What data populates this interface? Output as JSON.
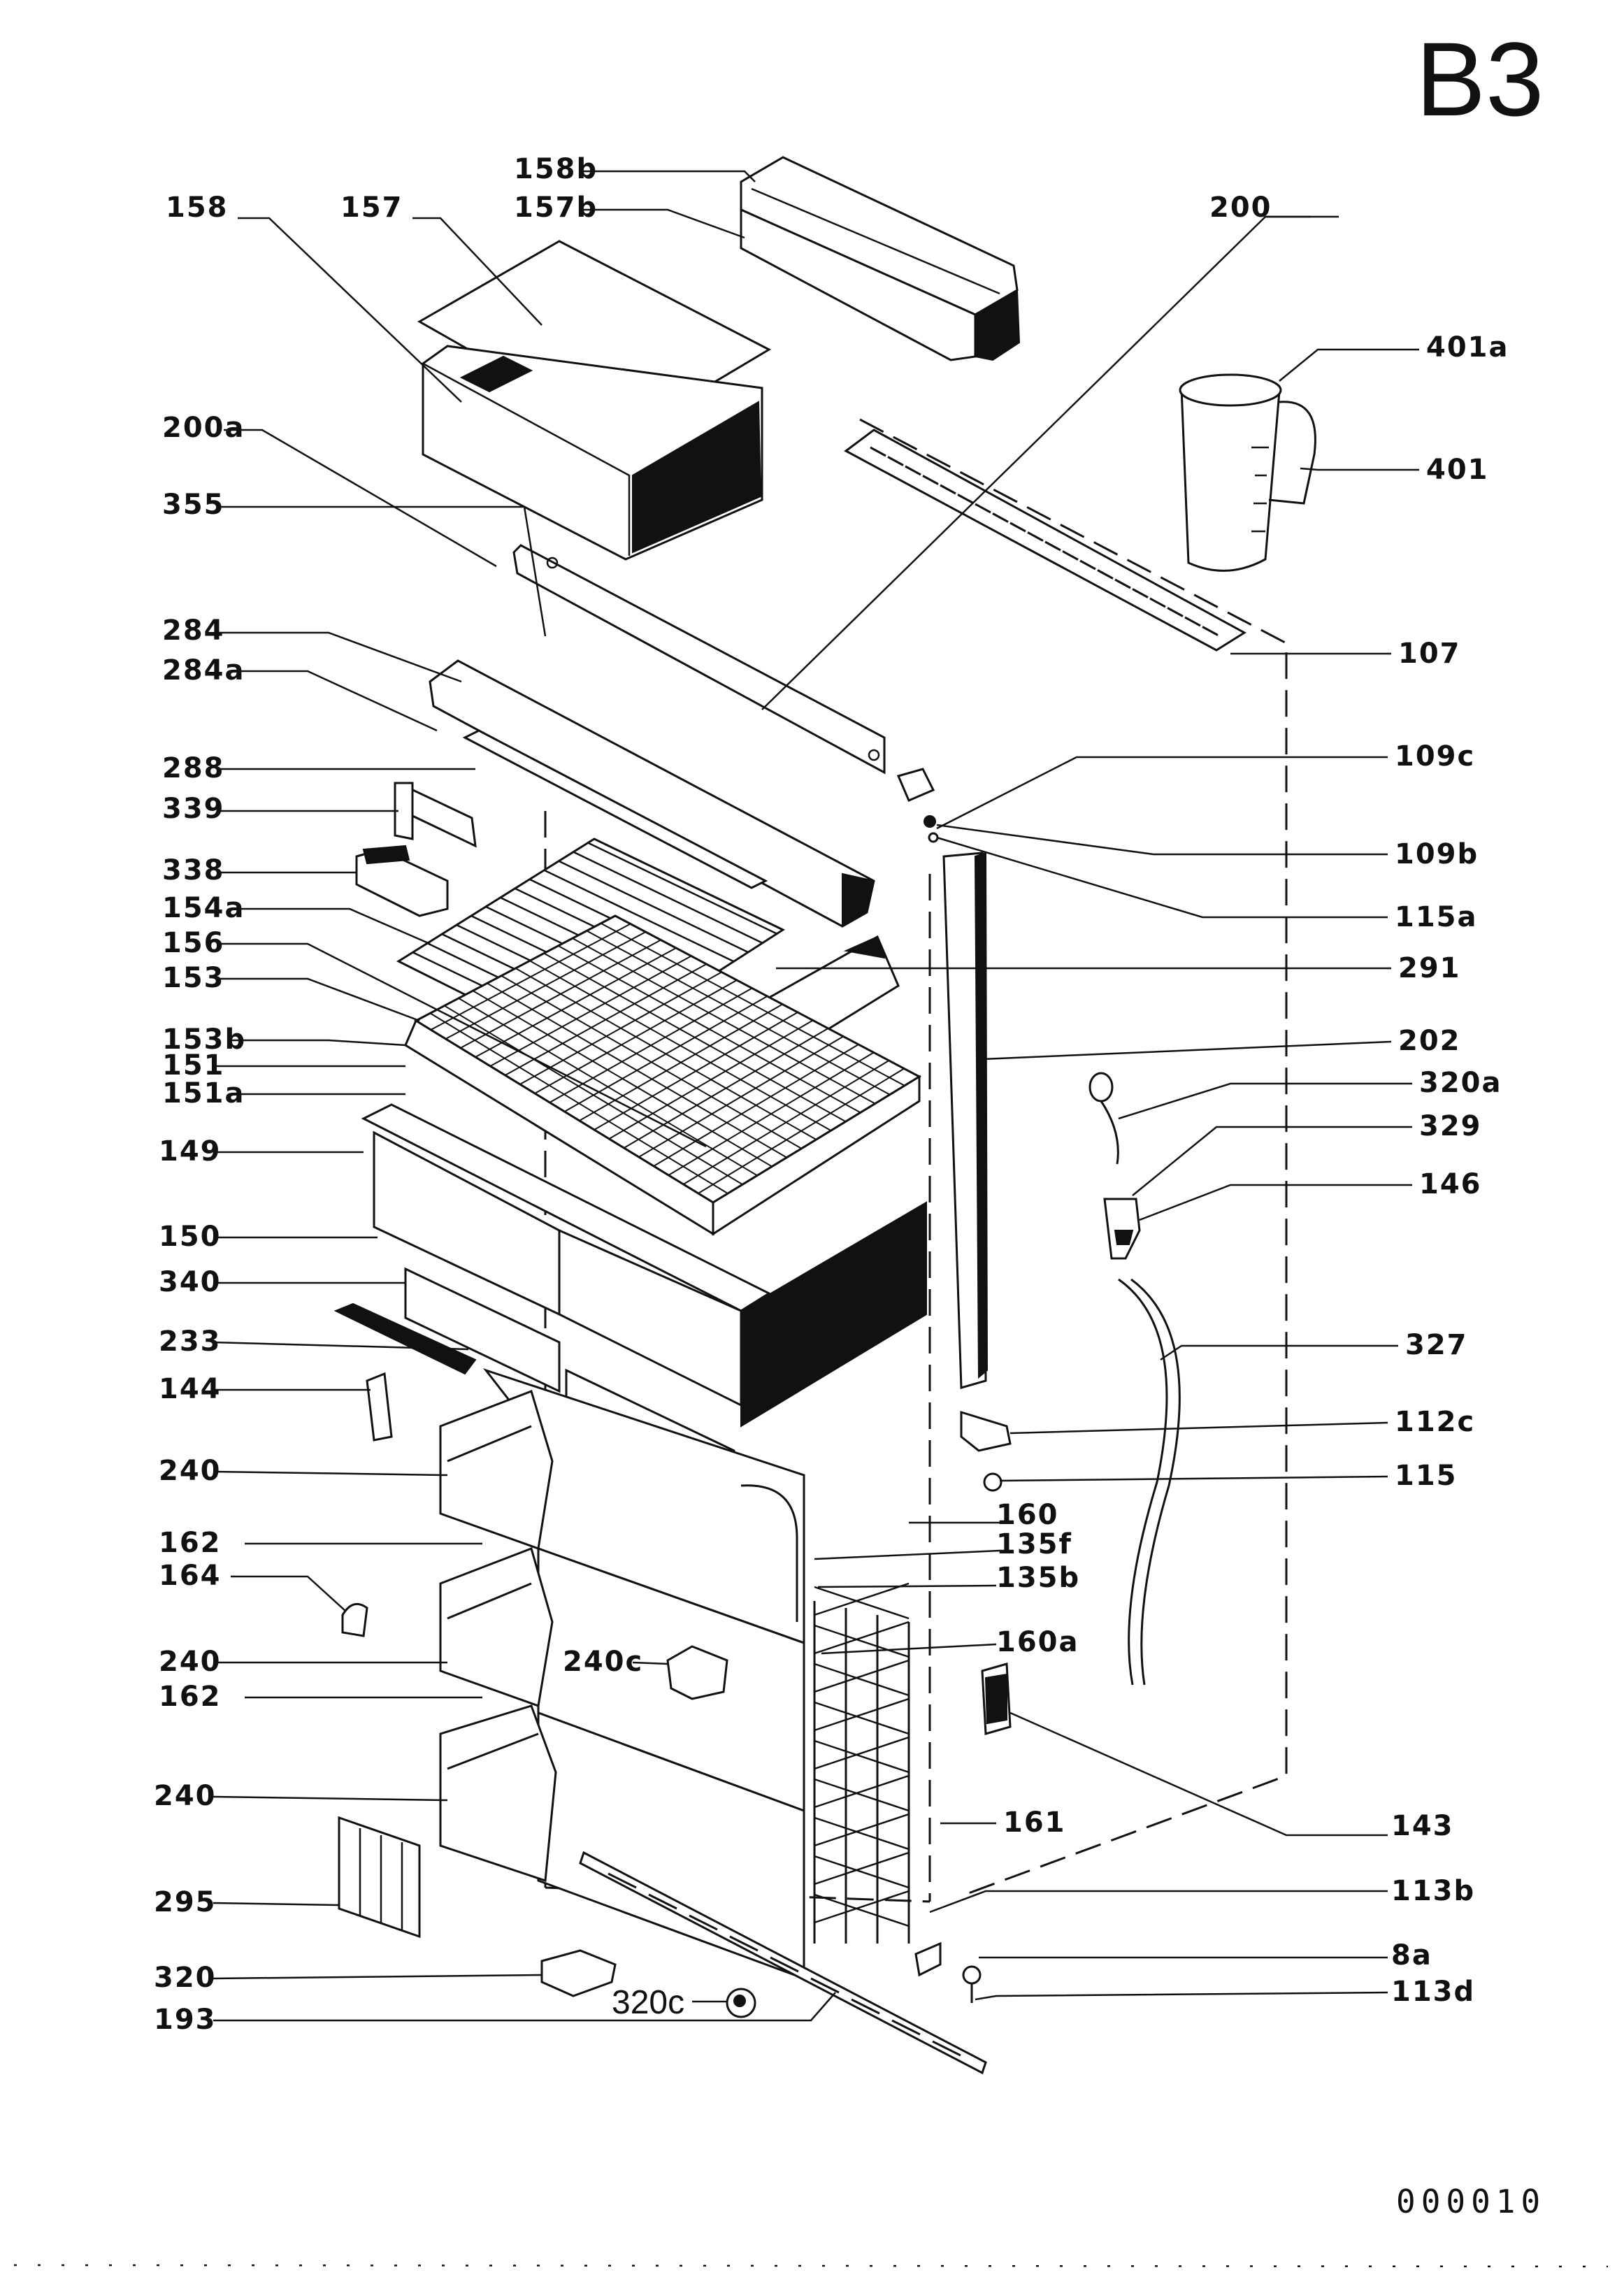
{
  "sheet_id": "B3",
  "drawing_number": "000010",
  "colors": {
    "ink": "#111111",
    "paper": "#ffffff"
  },
  "labels": {
    "l158b": "158b",
    "l157b": "157b",
    "l158": "158",
    "l157": "157",
    "l200": "200",
    "l401a": "401a",
    "l401": "401",
    "l200a": "200a",
    "l355": "355",
    "l107": "107",
    "l284": "284",
    "l284a": "284a",
    "l288": "288",
    "l109c": "109c",
    "l339": "339",
    "l109b": "109b",
    "l338": "338",
    "l115a": "115a",
    "l154a": "154a",
    "l156": "156",
    "l291": "291",
    "l153": "153",
    "l153b": "153b",
    "l202": "202",
    "l151": "151",
    "l151a": "151a",
    "l320a": "320a",
    "l329": "329",
    "l149": "149",
    "l146": "146",
    "l150": "150",
    "l340": "340",
    "l233": "233",
    "l327": "327",
    "l144": "144",
    "l112c": "112c",
    "l240a": "240",
    "l115": "115",
    "l160": "160",
    "l135f": "135f",
    "l162a": "162",
    "l164": "164",
    "l135b": "135b",
    "l160a": "160a",
    "l240b": "240",
    "l240c": "240c",
    "l162b": "162",
    "l161": "161",
    "l143": "143",
    "l240d": "240",
    "l113b": "113b",
    "l295": "295",
    "l8a": "8a",
    "l320": "320",
    "l113d": "113d",
    "l320c": "320c",
    "l193": "193"
  }
}
